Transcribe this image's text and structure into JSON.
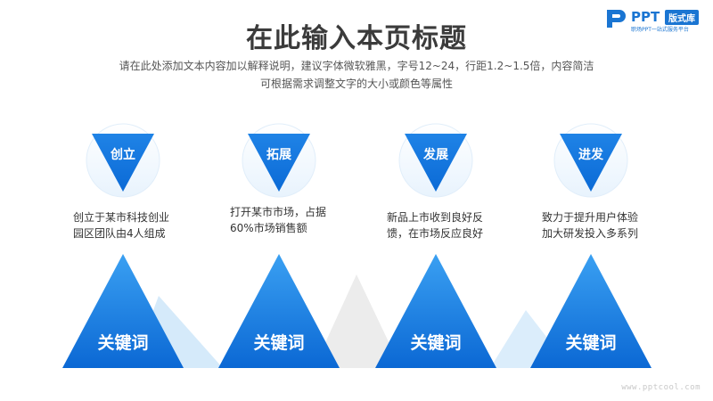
{
  "header": {
    "title": "在此输入本页标题",
    "subtitle_line1": "请在此处添加文本内容加以解释说明，建议字体微软雅黑，字号12~24，行距1.2~1.5倍，内容简洁",
    "subtitle_line2": "可根据需求调整文字的大小或颜色等属性"
  },
  "logo": {
    "brand": "PPT",
    "badge": "版式库",
    "tagline": "职场PPT一站式服务平台"
  },
  "colors": {
    "primary": "#1a7be0",
    "light_blue": "#cfe6f9",
    "grey": "#e9e9e9"
  },
  "items": [
    {
      "label": "创立",
      "description_line1": "创立于某市科技创业",
      "description_line2": "园区团队由4人组成",
      "keyword": "关键词"
    },
    {
      "label": "拓展",
      "description_line1": "打开某市市场，占据",
      "description_line2": "60%市场销售额",
      "keyword": "关键词"
    },
    {
      "label": "发展",
      "description_line1": "新品上市收到良好反",
      "description_line2": "馈，在市场反应良好",
      "keyword": "关键词"
    },
    {
      "label": "进发",
      "description_line1": "致力于提升用户体验",
      "description_line2": "加大研发投入多系列",
      "keyword": "关键词"
    }
  ],
  "footer": {
    "url": "www.pptcool.com"
  }
}
